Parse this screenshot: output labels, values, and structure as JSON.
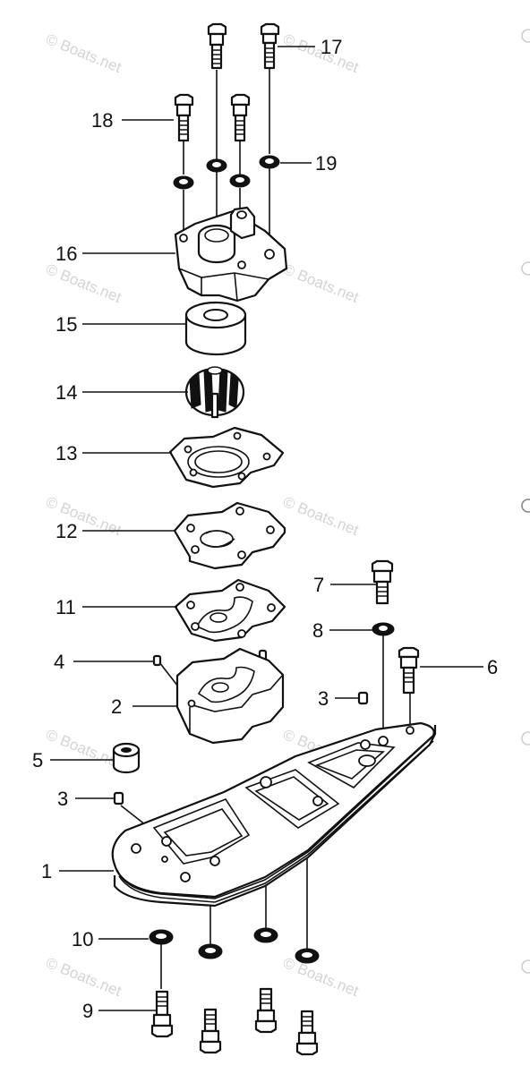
{
  "title": "",
  "watermark": "© Boats.net",
  "callouts": [
    {
      "id": "c17",
      "label": "17"
    },
    {
      "id": "c18",
      "label": "18"
    },
    {
      "id": "c19",
      "label": "19"
    },
    {
      "id": "c16",
      "label": "16"
    },
    {
      "id": "c15",
      "label": "15"
    },
    {
      "id": "c14",
      "label": "14"
    },
    {
      "id": "c13",
      "label": "13"
    },
    {
      "id": "c12",
      "label": "12"
    },
    {
      "id": "c7",
      "label": "7"
    },
    {
      "id": "c11",
      "label": "11"
    },
    {
      "id": "c8",
      "label": "8"
    },
    {
      "id": "c4",
      "label": "4"
    },
    {
      "id": "c6",
      "label": "6"
    },
    {
      "id": "c3a",
      "label": "3"
    },
    {
      "id": "c2",
      "label": "2"
    },
    {
      "id": "c5",
      "label": "5"
    },
    {
      "id": "c3b",
      "label": "3"
    },
    {
      "id": "c1",
      "label": "1"
    },
    {
      "id": "c10",
      "label": "10"
    },
    {
      "id": "c9",
      "label": "9"
    }
  ],
  "colors": {
    "ink": "#111111",
    "watermark": "#d4d4d4",
    "background": "#ffffff"
  }
}
